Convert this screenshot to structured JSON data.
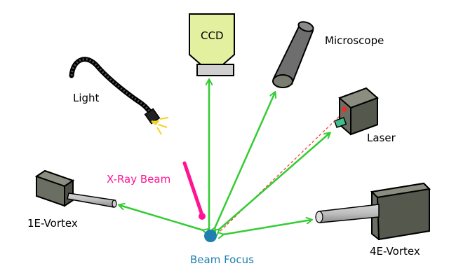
{
  "labels": {
    "ccd": "CCD",
    "microscope": "Microscope",
    "light": "Light",
    "laser": "Laser",
    "xray_beam": "X-Ray Beam",
    "vortex_1e": "1E-Vortex",
    "vortex_4e": "4E-Vortex",
    "beam_focus": "Beam Focus"
  },
  "colors": {
    "arrow": "#33cc33",
    "xray": "#ff1493",
    "focus_dot": "#1f7fb0",
    "laser_beam": "#ff3333",
    "ccd_body": "#e2f0a0",
    "device_gray": "#6b6e62"
  }
}
